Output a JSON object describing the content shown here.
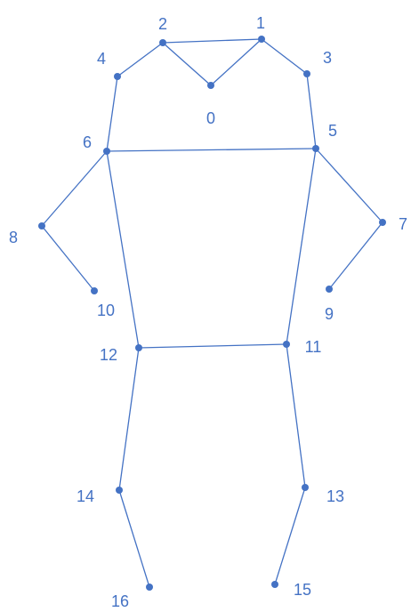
{
  "diagram": {
    "color": "#4472C4",
    "nodes": [
      {
        "id": 0,
        "label": "0"
      },
      {
        "id": 1,
        "label": "1"
      },
      {
        "id": 2,
        "label": "2"
      },
      {
        "id": 3,
        "label": "3"
      },
      {
        "id": 4,
        "label": "4"
      },
      {
        "id": 5,
        "label": "5"
      },
      {
        "id": 6,
        "label": "6"
      },
      {
        "id": 7,
        "label": "7"
      },
      {
        "id": 8,
        "label": "8"
      },
      {
        "id": 9,
        "label": "9"
      },
      {
        "id": 10,
        "label": "10"
      },
      {
        "id": 11,
        "label": "11"
      },
      {
        "id": 12,
        "label": "12"
      },
      {
        "id": 13,
        "label": "13"
      },
      {
        "id": 14,
        "label": "14"
      },
      {
        "id": 15,
        "label": "15"
      },
      {
        "id": 16,
        "label": "16"
      }
    ],
    "edges": [
      [
        2,
        1
      ],
      [
        2,
        0
      ],
      [
        0,
        1
      ],
      [
        2,
        4
      ],
      [
        1,
        3
      ],
      [
        4,
        6
      ],
      [
        3,
        5
      ],
      [
        6,
        5
      ],
      [
        6,
        8
      ],
      [
        8,
        10
      ],
      [
        5,
        7
      ],
      [
        7,
        9
      ],
      [
        6,
        12
      ],
      [
        5,
        11
      ],
      [
        12,
        11
      ],
      [
        12,
        14
      ],
      [
        14,
        16
      ],
      [
        11,
        13
      ],
      [
        13,
        15
      ]
    ]
  }
}
